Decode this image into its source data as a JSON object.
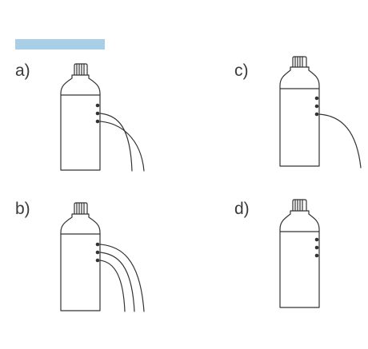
{
  "header": {
    "highlight_color": "#a9cfe6",
    "partial_text": ""
  },
  "options": [
    {
      "id": "a",
      "label": "a)",
      "holes": 3,
      "streams": 2,
      "description_icon": "bottle-two-streams-icon"
    },
    {
      "id": "b",
      "label": "b)",
      "holes": 3,
      "streams": 3,
      "description_icon": "bottle-three-streams-icon"
    },
    {
      "id": "c",
      "label": "c)",
      "holes": 3,
      "streams": 1,
      "description_icon": "bottle-one-stream-icon"
    },
    {
      "id": "d",
      "label": "d)",
      "holes": 3,
      "streams": 0,
      "description_icon": "bottle-no-stream-icon"
    }
  ],
  "colors": {
    "line": "#333333",
    "hole": "#333333",
    "text": "#3a3a3a"
  }
}
